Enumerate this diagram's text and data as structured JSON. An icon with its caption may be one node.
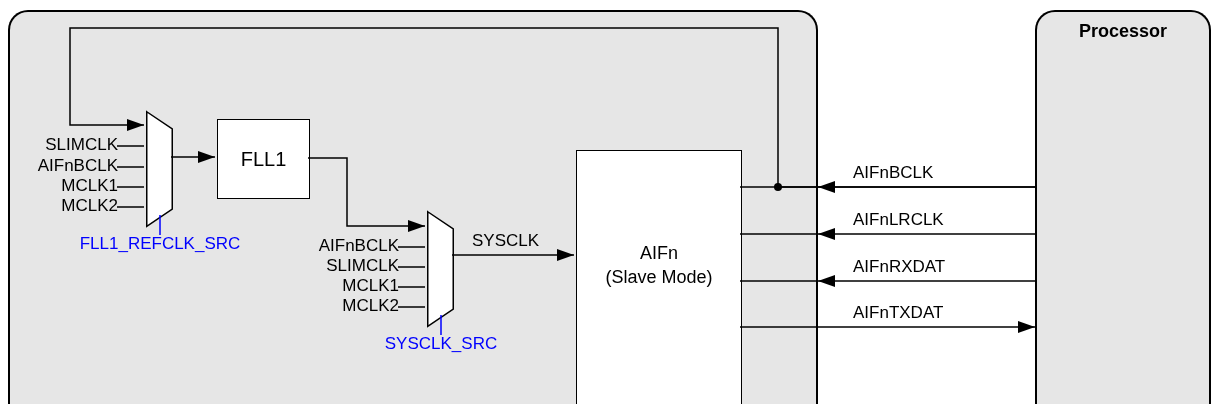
{
  "diagram": {
    "nodes": [
      {
        "text": [],
        "shape": "box"
      },
      {
        "text": [
          "Processor"
        ]
      },
      {
        "text": [],
        "shape": "trapezoid",
        "in": 0,
        "beside": [
          "SLIMCLK",
          "AIFnBCLK",
          "MCLK1",
          "MCLK2",
          "FLL1_REFCLK_SRC"
        ]
      },
      {
        "text": [
          "FLL1"
        ],
        "in": 0
      },
      {
        "text": [],
        "shape": "trapezoid",
        "in": 0,
        "beside": [
          "AIFnBCLK",
          "SLIMCLK",
          "MCLK1",
          "MCLK2",
          "SYSCLK_SRC"
        ]
      },
      {
        "text": [
          "AIFn",
          "(Slave Mode)"
        ],
        "in": 0
      }
    ],
    "edges": [
      {
        "from": 2,
        "to": 3,
        "arrow": "to"
      },
      {
        "from": 3,
        "to": 4,
        "arrow": "to"
      },
      {
        "from": 4,
        "to": 5,
        "arrow": "to",
        "label": "SYSCLK"
      },
      {
        "from": 1,
        "to": 0,
        "arrow": "to",
        "label": "AIFnBCLK"
      },
      {
        "from": 0,
        "to": 5,
        "arrow": "none"
      },
      {
        "from": 1,
        "to": 2,
        "arrow": "to"
      },
      {
        "from": 1,
        "to": 0,
        "arrow": "to",
        "label": "AIFnLRCLK"
      },
      {
        "from": 0,
        "to": 5,
        "arrow": "none"
      },
      {
        "from": 1,
        "to": 0,
        "arrow": "to",
        "label": "AIFnRXDAT"
      },
      {
        "from": 0,
        "to": 5,
        "arrow": "none"
      },
      {
        "from": 5,
        "to": 1,
        "arrow": "to",
        "label": "AIFnTXDAT"
      }
    ]
  }
}
